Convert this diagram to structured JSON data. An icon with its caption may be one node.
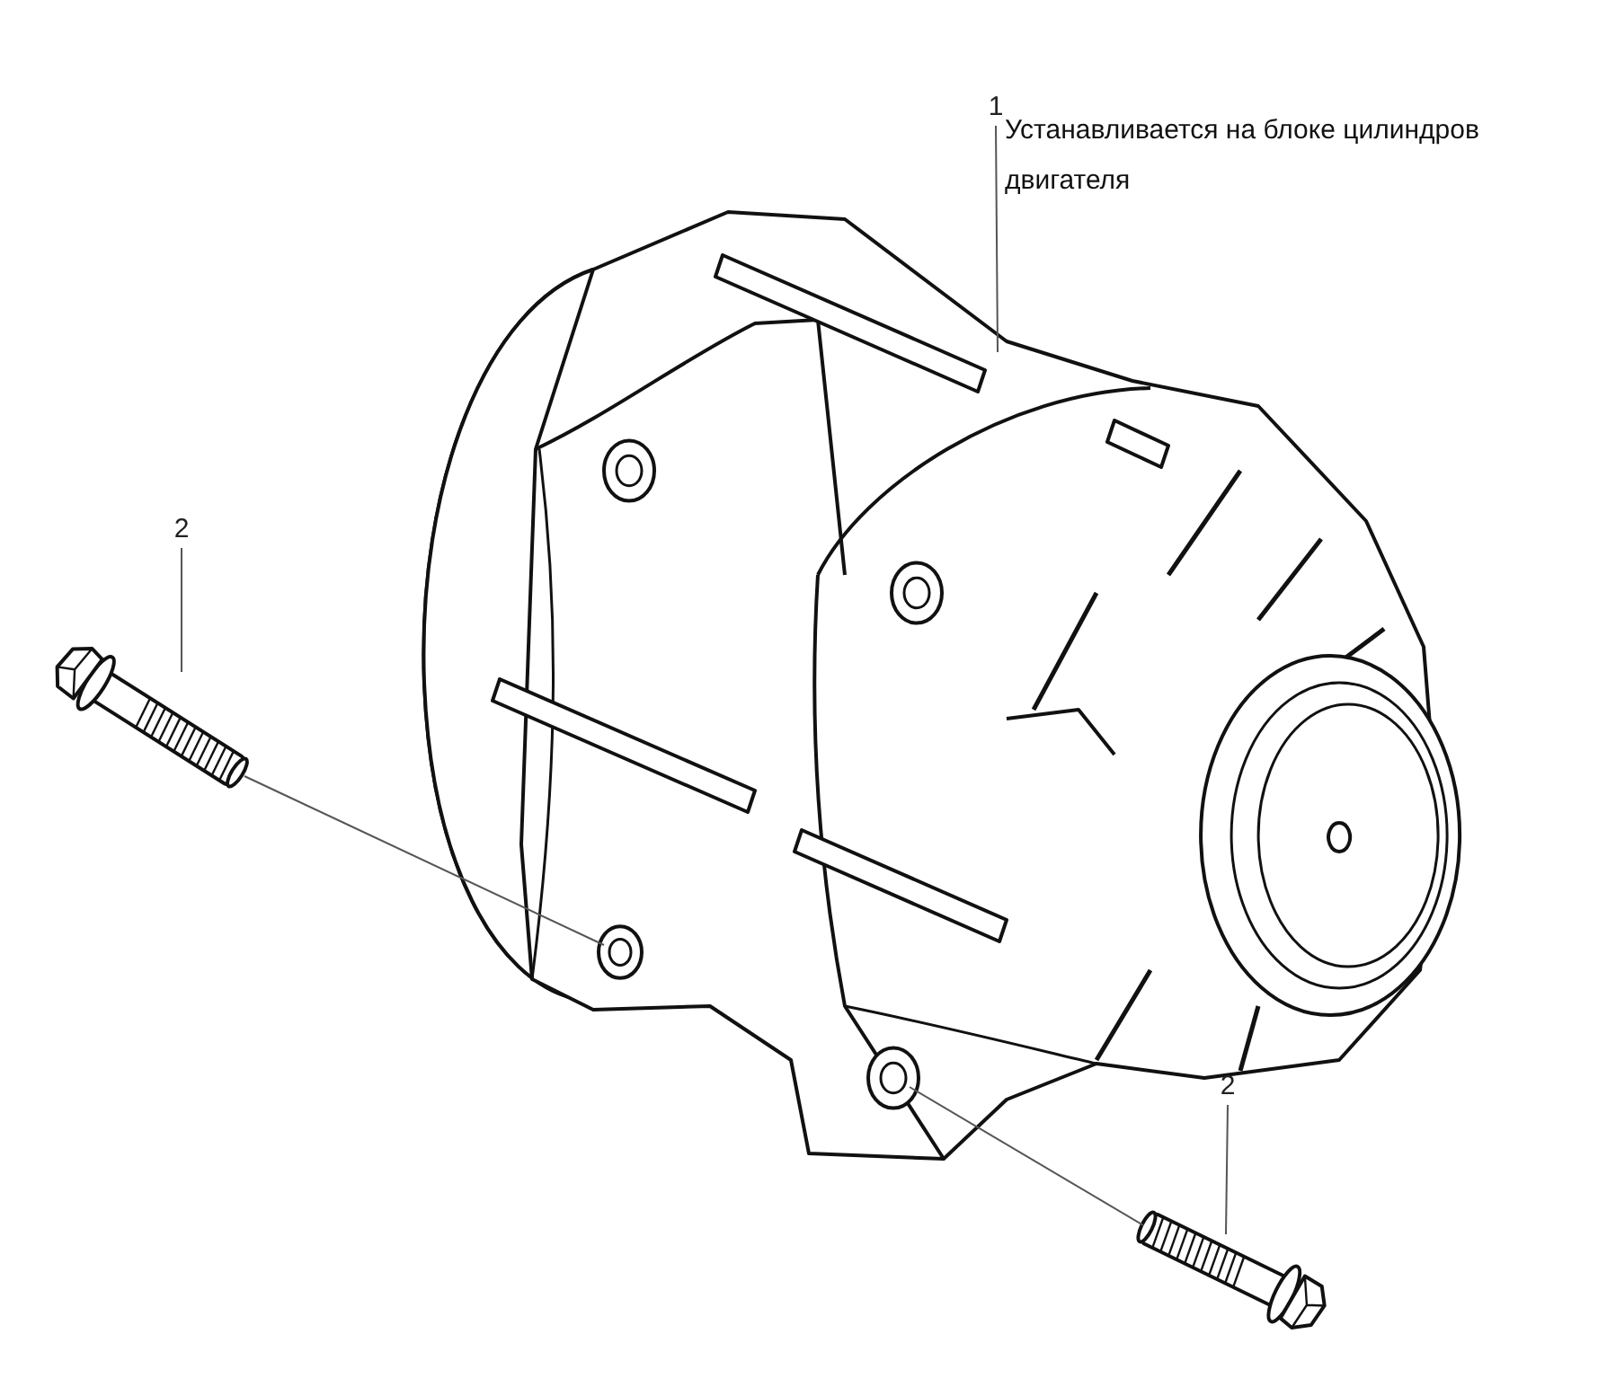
{
  "diagram": {
    "nodes": [
      {
        "text": [
          "1"
        ],
        "beside": [
          "Устанавливается на блоке цилиндров двигателя"
        ]
      },
      {
        "text": [],
        "shape": "picture"
      },
      {
        "text": [
          "2"
        ]
      },
      {
        "text": [],
        "shape": "picture"
      },
      {
        "text": [
          "2"
        ]
      },
      {
        "text": [],
        "shape": "picture"
      }
    ],
    "edges": [
      {
        "from": 0,
        "to": 1,
        "arrow": "none"
      },
      {
        "from": 2,
        "to": 3,
        "arrow": "none"
      },
      {
        "from": 4,
        "to": 5,
        "arrow": "none"
      },
      {
        "from": 3,
        "to": 1,
        "arrow": "none"
      },
      {
        "from": 1,
        "to": 5,
        "arrow": "none"
      }
    ]
  }
}
